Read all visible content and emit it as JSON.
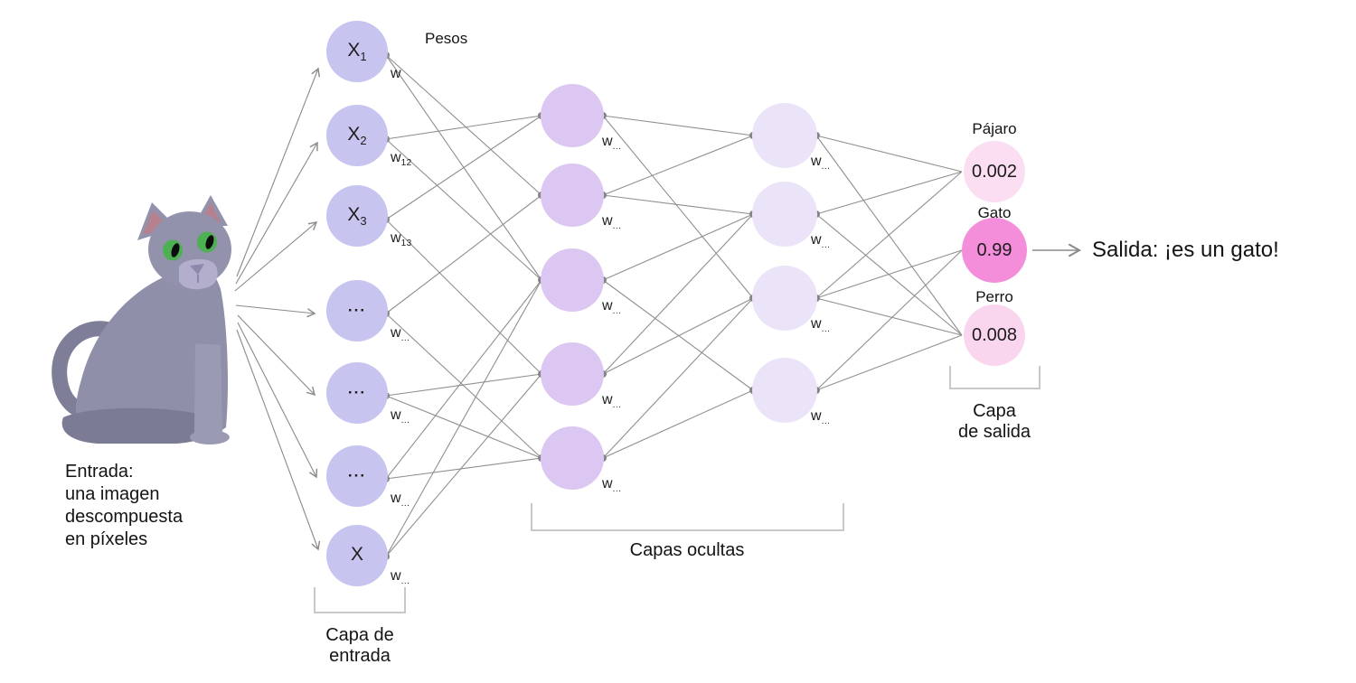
{
  "colors": {
    "background": "#ffffff",
    "edge": "#8f8f8f",
    "bracket": "#c8c8c8",
    "text": "#141414",
    "input_node": "#c7c4ef",
    "hidden1_node": "#dcc6f2",
    "hidden2_node": "#ebe3f8",
    "output_bird_node": "#fbdef2",
    "output_cat_node": "#f48dda",
    "output_dog_node": "#fad5ee"
  },
  "annotations": {
    "weights_title": "Pesos",
    "input_caption_lines": {
      "l1": "Entrada:",
      "l2": "una imagen",
      "l3": "descompuesta",
      "l4": "en píxeles"
    },
    "result_text": "Salida: ¡es un gato!"
  },
  "network": {
    "input_layer": {
      "caption_line1": "Capa de",
      "caption_line2": "entrada",
      "nodes": [
        {
          "label": "X",
          "sub": "1",
          "weight": "w",
          "weight_sub": ""
        },
        {
          "label": "X",
          "sub": "2",
          "weight": "w",
          "weight_sub": "12"
        },
        {
          "label": "X",
          "sub": "3",
          "weight": "w",
          "weight_sub": "13"
        },
        {
          "label": "...",
          "sub": "",
          "weight": "w",
          "weight_sub": "..."
        },
        {
          "label": "...",
          "sub": "",
          "weight": "w",
          "weight_sub": "..."
        },
        {
          "label": "...",
          "sub": "",
          "weight": "w",
          "weight_sub": "..."
        },
        {
          "label": "X",
          "sub": "",
          "weight": "w",
          "weight_sub": "..."
        }
      ]
    },
    "hidden_layers": {
      "caption": "Capas ocultas",
      "layer1_nodes": [
        {
          "weight": "w",
          "weight_sub": "..."
        },
        {
          "weight": "w",
          "weight_sub": "..."
        },
        {
          "weight": "w",
          "weight_sub": "..."
        },
        {
          "weight": "w",
          "weight_sub": "..."
        },
        {
          "weight": "w",
          "weight_sub": "..."
        }
      ],
      "layer2_nodes": [
        {
          "weight": "w",
          "weight_sub": "..."
        },
        {
          "weight": "w",
          "weight_sub": "..."
        },
        {
          "weight": "w",
          "weight_sub": "..."
        },
        {
          "weight": "w",
          "weight_sub": "..."
        }
      ]
    },
    "output_layer": {
      "caption_line1": "Capa",
      "caption_line2": "de salida",
      "nodes": [
        {
          "class_label": "Pájaro",
          "value": "0.002"
        },
        {
          "class_label": "Gato",
          "value": "0.99"
        },
        {
          "class_label": "Perro",
          "value": "0.008"
        }
      ]
    }
  }
}
